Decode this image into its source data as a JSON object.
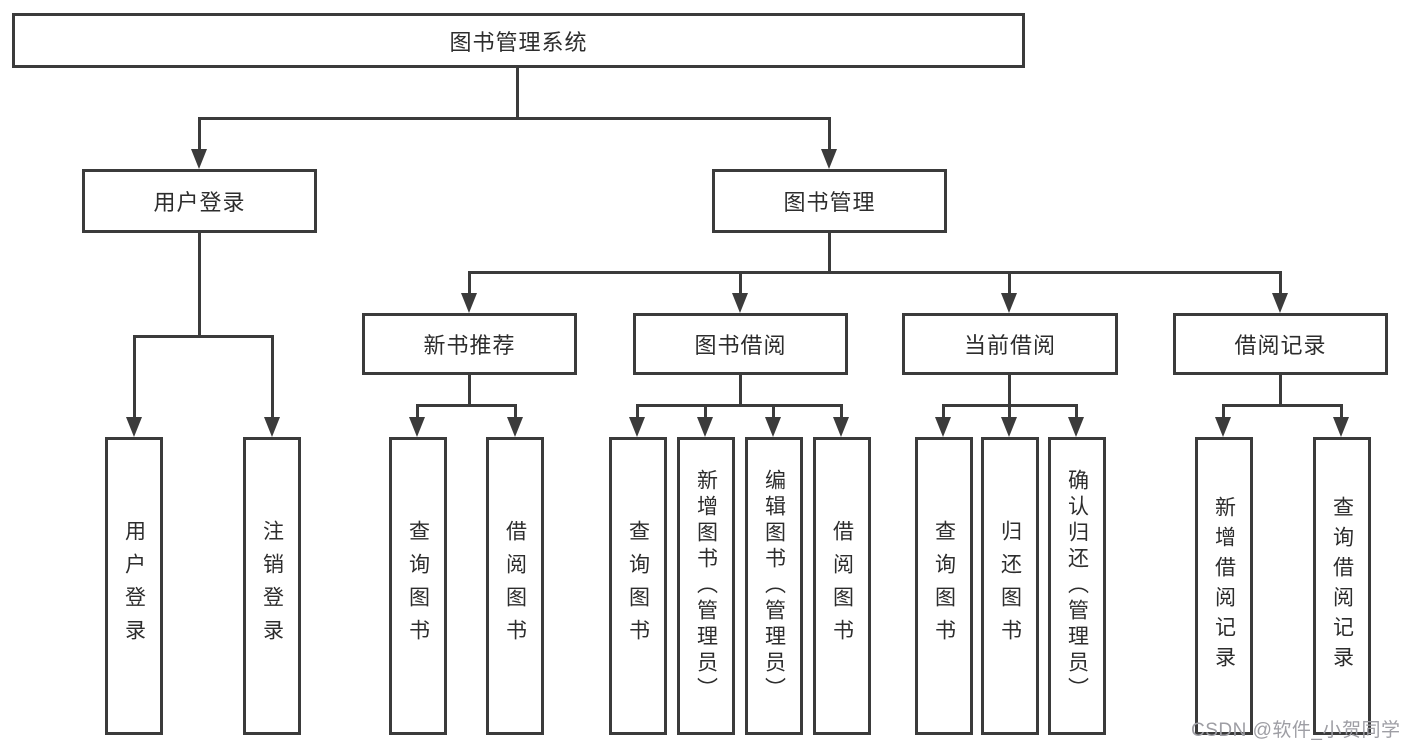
{
  "diagram": {
    "root": {
      "label": "图书管理系统"
    },
    "level2": [
      {
        "label": "用户登录"
      },
      {
        "label": "图书管理"
      }
    ],
    "level3": [
      {
        "label": "新书推荐"
      },
      {
        "label": "图书借阅"
      },
      {
        "label": "当前借阅"
      },
      {
        "label": "借阅记录"
      }
    ],
    "leaves": [
      {
        "label": "用户登录"
      },
      {
        "label": "注销登录"
      },
      {
        "label": "查询图书"
      },
      {
        "label": "借阅图书"
      },
      {
        "label": "查询图书"
      },
      {
        "label": "新增图书（管理员）"
      },
      {
        "label": "编辑图书（管理员）"
      },
      {
        "label": "借阅图书"
      },
      {
        "label": "查询图书"
      },
      {
        "label": "归还图书"
      },
      {
        "label": "确认归还（管理员）"
      },
      {
        "label": "新增借阅记录"
      },
      {
        "label": "查询借阅记录"
      }
    ],
    "colors": {
      "line": "#3b3b3b",
      "text": "#2d2d2d",
      "box_background": "#ffffff",
      "page_background": "#ffffff",
      "watermark": "#9e9ea4"
    }
  },
  "watermark": {
    "text": "CSDN @软件_小贺同学"
  }
}
